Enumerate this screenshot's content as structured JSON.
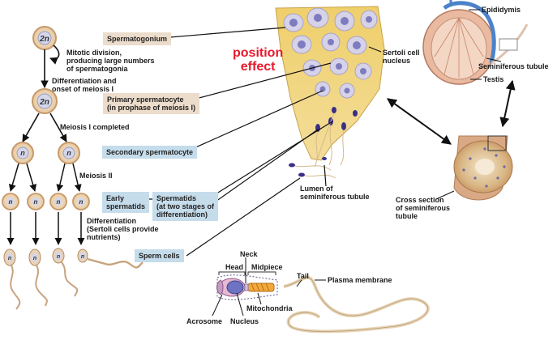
{
  "cell_labels": {
    "spermatogonium_ploidy": "2n",
    "primary_ploidy": "2n",
    "haploid": "n"
  },
  "stages": {
    "spermatogonium": "Spermatogonium",
    "primary_line1": "Primary spermatocyte",
    "primary_line2": "(in prophase of meiosis I)",
    "secondary": "Secondary spermatocyte",
    "early_line1": "Early",
    "early_line2": "spermatids",
    "spermatids_line1": "Spermatids",
    "spermatids_line2": "(at two stages of",
    "spermatids_line3": "differentiation)",
    "sperm": "Sperm cells"
  },
  "process": {
    "mitotic_line1": "Mitotic division,",
    "mitotic_line2": "producing large numbers",
    "mitotic_line3": "of spermatogonia",
    "diff_line1": "Differentiation and",
    "diff_line2": "onset of meiosis I",
    "meiosis1": "Meiosis I completed",
    "meiosis2": "Meiosis II",
    "differentiation_line1": "Differentiation",
    "differentiation_line2": "(Sertoli cells provide",
    "differentiation_line3": "nutrients)"
  },
  "annotation": {
    "line1": "position",
    "line2": "effect"
  },
  "tissue": {
    "sertoli_line1": "Sertoli cell",
    "sertoli_line2": "nucleus",
    "lumen_line1": "Lumen of",
    "lumen_line2": "seminiferous tubule"
  },
  "organ": {
    "epididymis": "Epididymis",
    "seminiferous_line1": "Seminiferous tubule",
    "testis": "Testis",
    "cross_line1": "Cross section",
    "cross_line2": "of seminiferous",
    "cross_line3": "tubule"
  },
  "sperm_anatomy": {
    "neck": "Neck",
    "head": "Head",
    "midpiece": "Midpiece",
    "tail": "Tail",
    "plasma_membrane": "Plasma membrane",
    "mitochondria": "Mitochondria",
    "acrosome": "Acrosome",
    "nucleus": "Nucleus"
  },
  "colors": {
    "cell_fill": "#f0dcc0",
    "cell_ring": "#d9b48a",
    "nucleus_fill": "#cdd0e6",
    "tan_box": "#ecdccb",
    "blue_box": "#c5dceb",
    "annotation": "#e8192c",
    "tissue": "#e9c25a"
  }
}
